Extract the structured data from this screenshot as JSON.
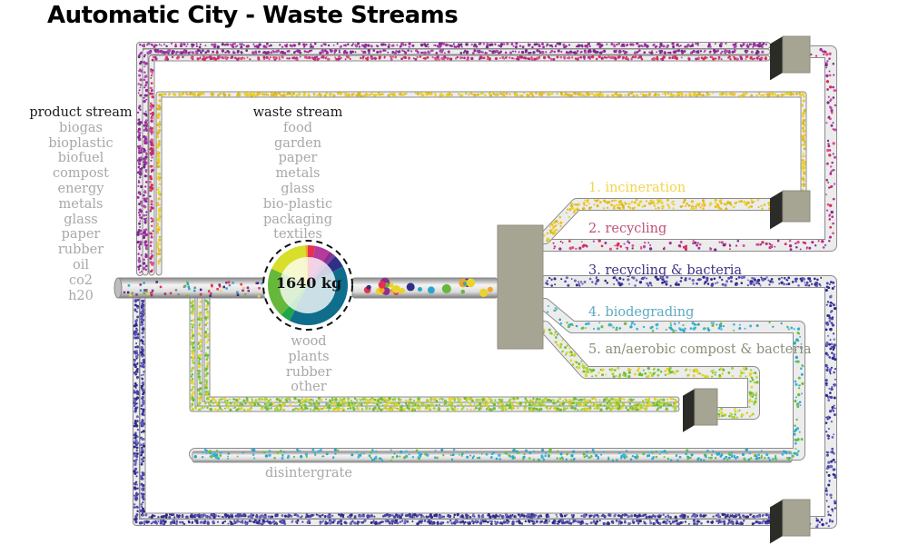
{
  "title": "Automatic City - Waste Streams",
  "product_stream": {
    "heading": "product stream",
    "items": [
      "biogas",
      "bioplastic",
      "biofuel",
      "compost",
      "energy",
      "metals",
      "glass",
      "paper",
      "rubber",
      "oil",
      "co2",
      "h20"
    ]
  },
  "waste_stream": {
    "heading": "waste stream",
    "items_above": [
      "food",
      "garden",
      "paper",
      "metals",
      "glass",
      "bio-plastic",
      "packaging",
      "textiles"
    ],
    "items_below": [
      "wood",
      "plants",
      "rubber",
      "other"
    ]
  },
  "total": "1640 kg",
  "routes": [
    {
      "label": "1. incineration",
      "color": "#f2d54a"
    },
    {
      "label": "2. recycling",
      "color": "#c0507a"
    },
    {
      "label": "3. recycling & bacteria",
      "color": "#3b3486"
    },
    {
      "label": "4. biodegrading",
      "color": "#5fa9c2"
    },
    {
      "label": "5. an/aerobic compost & bacteria",
      "color": "#8a8f78"
    }
  ],
  "disintegrate_label": "disintergrate",
  "colors": {
    "machine": "#a6a593",
    "machine_dark": "#2b2b27",
    "pipe": "#c8c8c8",
    "purple_particles": "#9c2a9c",
    "red_particles": "#d92b5a",
    "yellow_particles": "#e8d42a",
    "navy_particles": "#2e2a8a",
    "cyan_particles": "#2aa6cc",
    "green_particles": "#6cbf3a"
  },
  "chart_data": {
    "type": "pie",
    "title": "1640 kg",
    "total": 1640,
    "categories": [
      "red",
      "magenta",
      "purple",
      "violet",
      "navy",
      "teal",
      "green",
      "light-green",
      "yellow-green",
      "orange"
    ],
    "values": [
      3,
      6,
      2,
      1,
      5,
      40,
      4,
      20,
      17,
      1
    ],
    "colors": [
      "#e8304f",
      "#b43a9c",
      "#8f2d8f",
      "#6b3fa0",
      "#2f2f85",
      "#0e6e8c",
      "#1fa64a",
      "#66b83a",
      "#d8de2a",
      "#f2a623"
    ]
  }
}
